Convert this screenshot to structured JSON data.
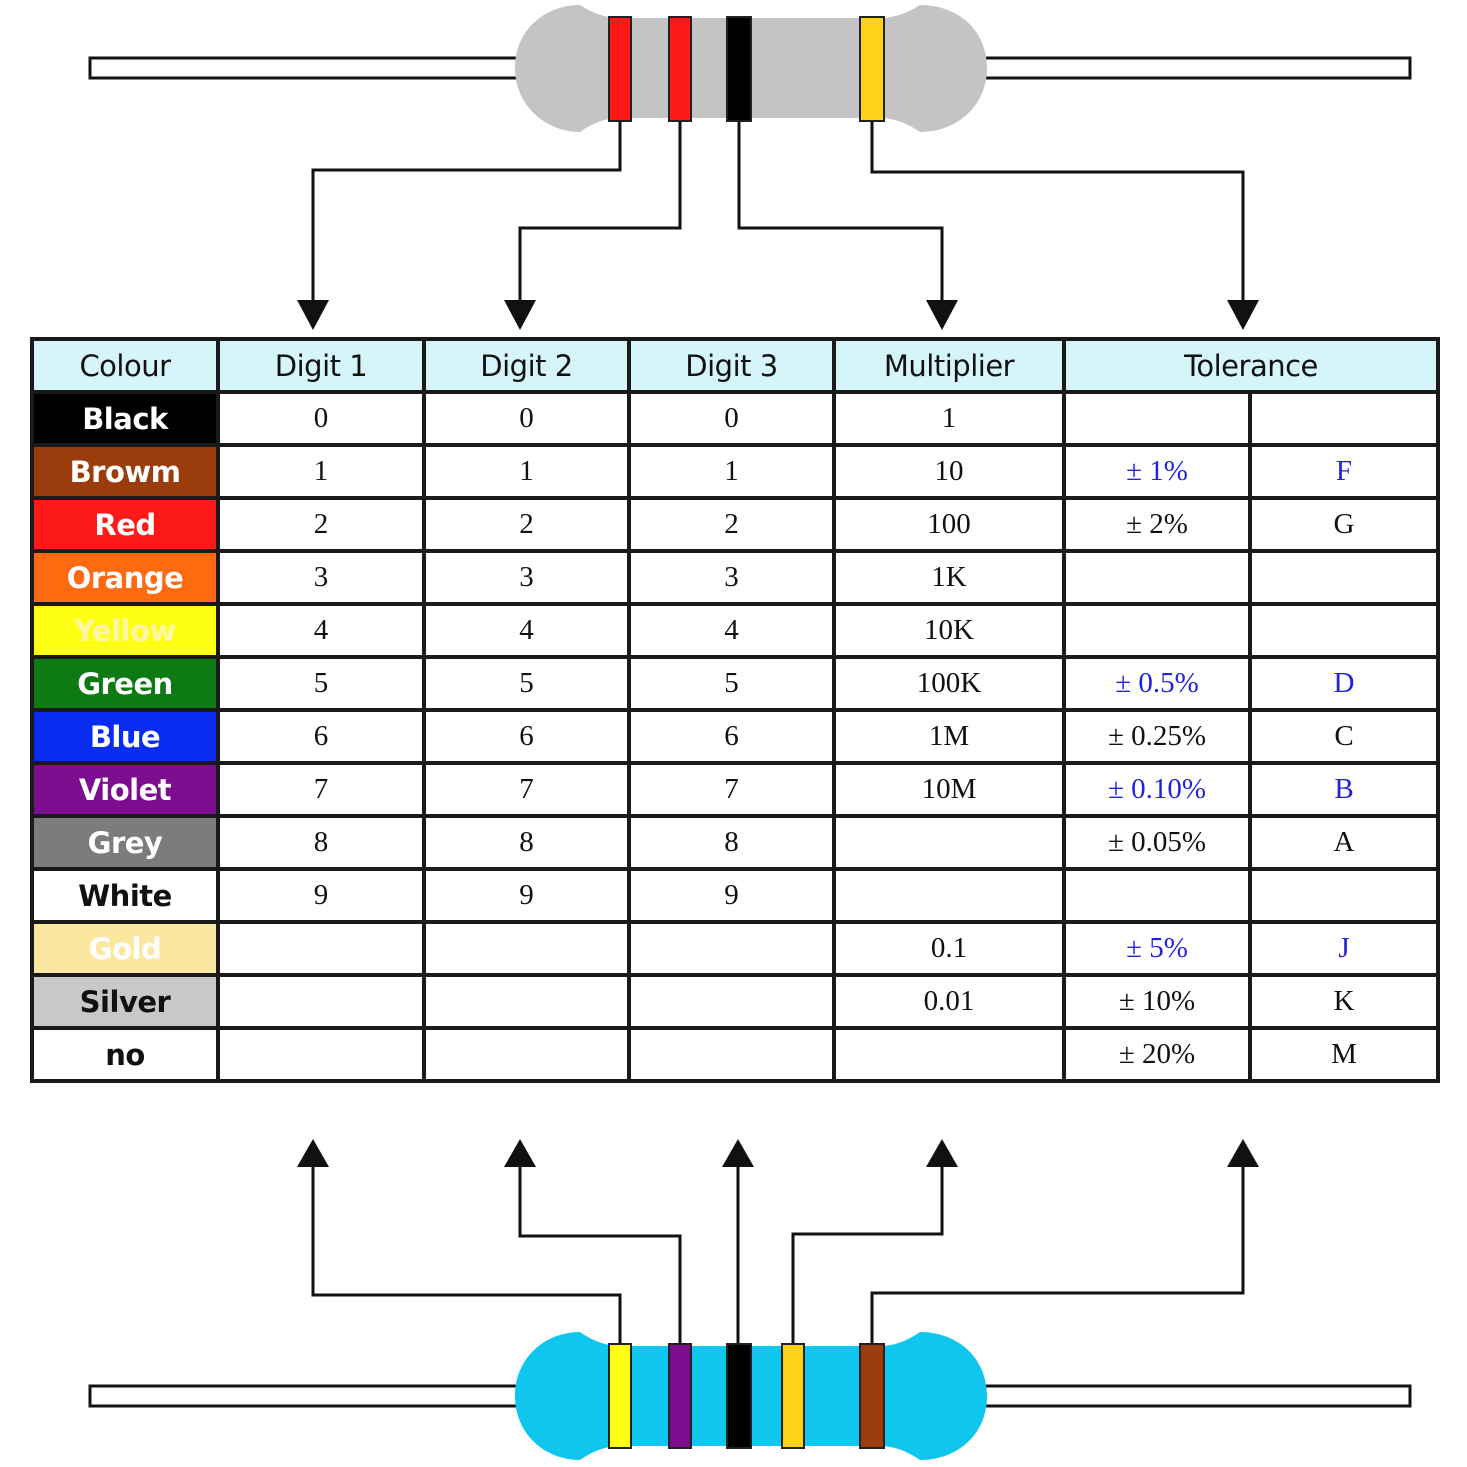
{
  "table": {
    "headers": {
      "colour": "Colour",
      "digit1": "Digit 1",
      "digit2": "Digit 2",
      "digit3": "Digit 3",
      "multiplier": "Multiplier",
      "tolerance": "Tolerance"
    },
    "rows": [
      {
        "colour": "Black",
        "bg": "#000000",
        "fg": "#ffffff",
        "d1": "0",
        "d2": "0",
        "d3": "0",
        "mult": "1",
        "tol": "",
        "code": "",
        "tolColor": "#111111"
      },
      {
        "colour": "Browm",
        "bg": "#9a3c0c",
        "fg": "#ffffff",
        "d1": "1",
        "d2": "1",
        "d3": "1",
        "mult": "10",
        "tol": "± 1%",
        "code": "F",
        "tolColor": "#2222dd"
      },
      {
        "colour": "Red",
        "bg": "#ff1a1a",
        "fg": "#ffffff",
        "d1": "2",
        "d2": "2",
        "d3": "2",
        "mult": "100",
        "tol": "± 2%",
        "code": "G",
        "tolColor": "#111111"
      },
      {
        "colour": "Orange",
        "bg": "#ff6a10",
        "fg": "#ffffff",
        "d1": "3",
        "d2": "3",
        "d3": "3",
        "mult": "1K",
        "tol": "",
        "code": "",
        "tolColor": "#111111"
      },
      {
        "colour": "Yellow",
        "bg": "#ffff14",
        "fg": "#fff6a8",
        "d1": "4",
        "d2": "4",
        "d3": "4",
        "mult": "10K",
        "tol": "",
        "code": "",
        "tolColor": "#111111"
      },
      {
        "colour": "Green",
        "bg": "#0d7a14",
        "fg": "#ffffff",
        "d1": "5",
        "d2": "5",
        "d3": "5",
        "mult": "100K",
        "tol": "± 0.5%",
        "code": "D",
        "tolColor": "#2222dd"
      },
      {
        "colour": "Blue",
        "bg": "#0a2cf0",
        "fg": "#ffffff",
        "d1": "6",
        "d2": "6",
        "d3": "6",
        "mult": "1M",
        "tol": "± 0.25%",
        "code": "C",
        "tolColor": "#111111"
      },
      {
        "colour": "Violet",
        "bg": "#7c0d8e",
        "fg": "#ffffff",
        "d1": "7",
        "d2": "7",
        "d3": "7",
        "mult": "10M",
        "tol": "± 0.10%",
        "code": "B",
        "tolColor": "#2222dd"
      },
      {
        "colour": "Grey",
        "bg": "#7c7c7c",
        "fg": "#ffffff",
        "d1": "8",
        "d2": "8",
        "d3": "8",
        "mult": "",
        "tol": "± 0.05%",
        "code": "A",
        "tolColor": "#111111"
      },
      {
        "colour": "White",
        "bg": "#ffffff",
        "fg": "#111111",
        "d1": "9",
        "d2": "9",
        "d3": "9",
        "mult": "",
        "tol": "",
        "code": "",
        "tolColor": "#111111"
      },
      {
        "colour": "Gold",
        "bg": "#fbe8a0",
        "fg": "#ffffff",
        "d1": "",
        "d2": "",
        "d3": "",
        "mult": "0.1",
        "tol": "± 5%",
        "code": "J",
        "tolColor": "#2222dd"
      },
      {
        "colour": "Silver",
        "bg": "#c8c8c8",
        "fg": "#111111",
        "d1": "",
        "d2": "",
        "d3": "",
        "mult": "0.01",
        "tol": "± 10%",
        "code": "K",
        "tolColor": "#111111"
      },
      {
        "colour": "no",
        "bg": "#ffffff",
        "fg": "#111111",
        "d1": "",
        "d2": "",
        "d3": "",
        "mult": "",
        "tol": "± 20%",
        "code": "M",
        "tolColor": "#111111"
      }
    ]
  },
  "resistor_top": {
    "body_color": "#c4c4c4",
    "bands": [
      {
        "role": "digit1",
        "color": "#ff1a1a"
      },
      {
        "role": "digit2",
        "color": "#ff1a1a"
      },
      {
        "role": "multiplier",
        "color": "#000000"
      },
      {
        "role": "tolerance",
        "color": "#ffd21a"
      }
    ]
  },
  "resistor_bottom": {
    "body_color": "#0fc6ef",
    "bands": [
      {
        "role": "digit1",
        "color": "#ffff14"
      },
      {
        "role": "digit2",
        "color": "#7c0d8e"
      },
      {
        "role": "digit3",
        "color": "#000000"
      },
      {
        "role": "multiplier",
        "color": "#ffd21a"
      },
      {
        "role": "tolerance",
        "color": "#9a3c0c"
      }
    ]
  }
}
